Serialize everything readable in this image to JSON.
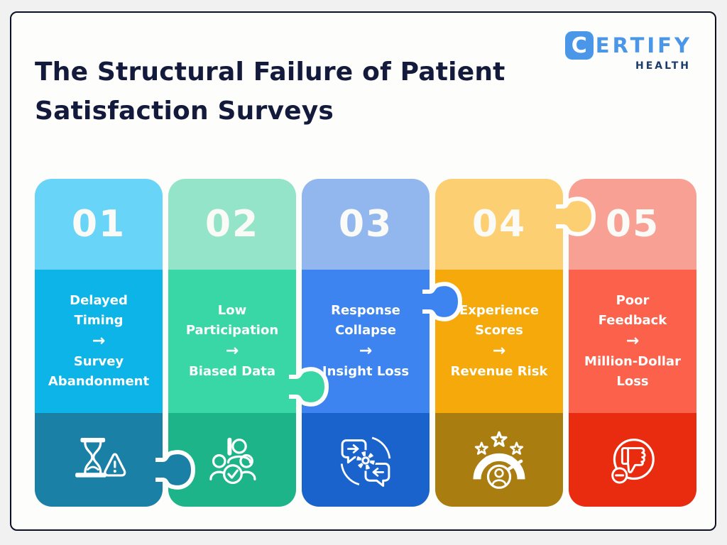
{
  "colors": {
    "page_bg": "#f0f1f0",
    "card_bg": "#fdfdfb",
    "card_border": "#0c1024",
    "title_color": "#131a3b",
    "number_color": "#fafaf7",
    "label_color": "#ffffff",
    "logo_blue": "#4a96e8",
    "logo_navy": "#1d3c6e"
  },
  "logo": {
    "c_letter": "C",
    "name_rest": "ERTIFY",
    "sub": "HEALTH"
  },
  "title": "The Structural Failure of Patient\nSatisfaction Surveys",
  "columns": [
    {
      "number": "01",
      "label_top": "Delayed\nTiming",
      "arrow": "→",
      "label_bottom": "Survey\nAbandonment",
      "icon": "hourglass-warning-icon",
      "colors": {
        "top": "#68d5f8",
        "mid": "#0db4e7",
        "bottom": "#1a80a5"
      }
    },
    {
      "number": "02",
      "label_top": "Low\nParticipation",
      "arrow": "→",
      "label_bottom": "Biased Data",
      "icon": "group-check-icon",
      "colors": {
        "top": "#94e4c9",
        "mid": "#39d7a6",
        "bottom": "#1eb489"
      }
    },
    {
      "number": "03",
      "label_top": "Response\nCollapse",
      "arrow": "→",
      "label_bottom": "Insight Loss",
      "icon": "chat-sync-gear-icon",
      "colors": {
        "top": "#92b6ee",
        "mid": "#3d84f0",
        "bottom": "#1a63cd"
      }
    },
    {
      "number": "04",
      "label_top": "Experience\nScores",
      "arrow": "→",
      "label_bottom": "Revenue Risk",
      "icon": "gauge-stars-icon",
      "colors": {
        "top": "#fccf73",
        "mid": "#f5a90a",
        "bottom": "#aa7d10"
      }
    },
    {
      "number": "05",
      "label_top": "Poor\nFeedback",
      "arrow": "→",
      "label_bottom": "Million-Dollar\nLoss",
      "icon": "thumbs-down-icon",
      "colors": {
        "top": "#f9a094",
        "mid": "#fc614b",
        "bottom": "#e92c10"
      }
    }
  ],
  "connectors": [
    {
      "between": "01-02",
      "color": "#1a80a5"
    },
    {
      "between": "02-03",
      "color": "#39d7a6"
    },
    {
      "between": "03-04",
      "color": "#3d84f0"
    },
    {
      "between": "04-05",
      "color": "#fccf73"
    }
  ]
}
